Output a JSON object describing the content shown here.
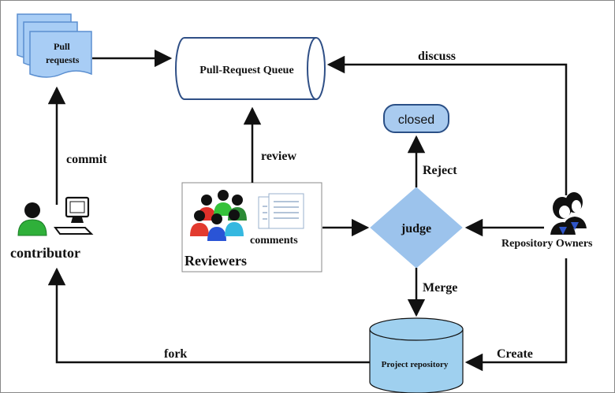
{
  "nodes": {
    "pull_requests_label_line1": "Pull",
    "pull_requests_label_line2": "requests",
    "queue_label": "Pull-Request Queue",
    "closed_label": "closed",
    "judge_label": "judge",
    "project_repository_label": "Project repository",
    "reviewers_label": "Reviewers",
    "comments_label": "comments",
    "contributor_label": "contributor",
    "repository_owners_label": "Repository Owners"
  },
  "edges": {
    "commit_label": "commit",
    "review_label": "review",
    "discuss_label": "discuss",
    "reject_label": "Reject",
    "merge_label": "Merge",
    "fork_label": "fork",
    "create_label": "Create"
  },
  "colors": {
    "line": "#111111",
    "doc_fill": "#a8cdf5",
    "doc_stroke": "#5b8fd0",
    "closed_fill": "#a9cbef",
    "closed_stroke": "#2a4f86",
    "judge_fill": "#9cc3ec",
    "cylinder_fill": "#9fd0ef",
    "queue_stroke": "#2f4f86",
    "border": "#888888"
  },
  "icons": {
    "contributor": "person-with-computer-icon",
    "reviewers": "group-of-people-icon",
    "comments": "document-icon",
    "repository_owners": "two-people-icon"
  }
}
